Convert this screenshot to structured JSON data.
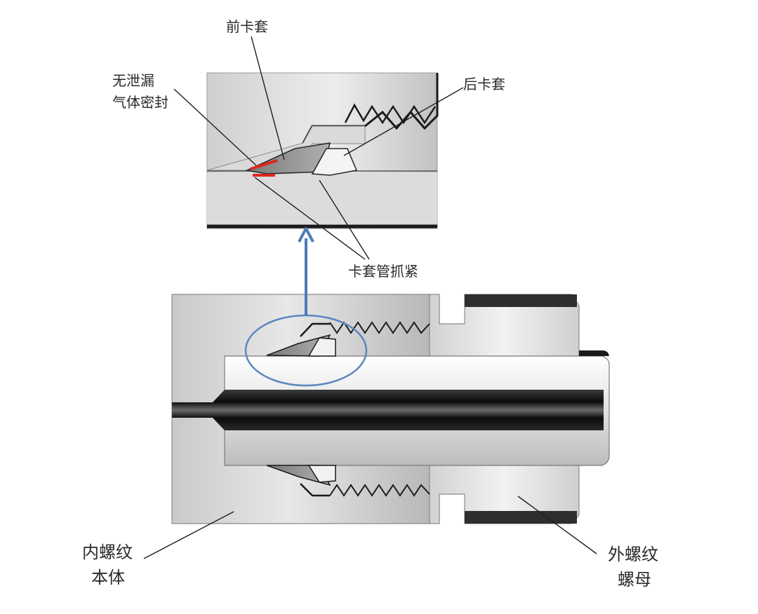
{
  "labels": {
    "front_ferrule": "前卡套",
    "back_ferrule": "后卡套",
    "seal_line1": "无泄漏",
    "seal_line2": "气体密封",
    "grip": "卡套管抓紧",
    "body_line1": "内螺纹",
    "body_line2": "本体",
    "nut_line1": "外螺纹",
    "nut_line2": "螺母"
  },
  "colors": {
    "seal_mark": "#e0261c",
    "arrow": "#4a7bb7",
    "highlight_ring": "#5b87bd",
    "metal_light": "#e6e6e6",
    "metal_mid": "#bdbdbd",
    "bore_dark": "#141414"
  },
  "icons": {
    "callout_arrow": "arrow-up-icon"
  }
}
